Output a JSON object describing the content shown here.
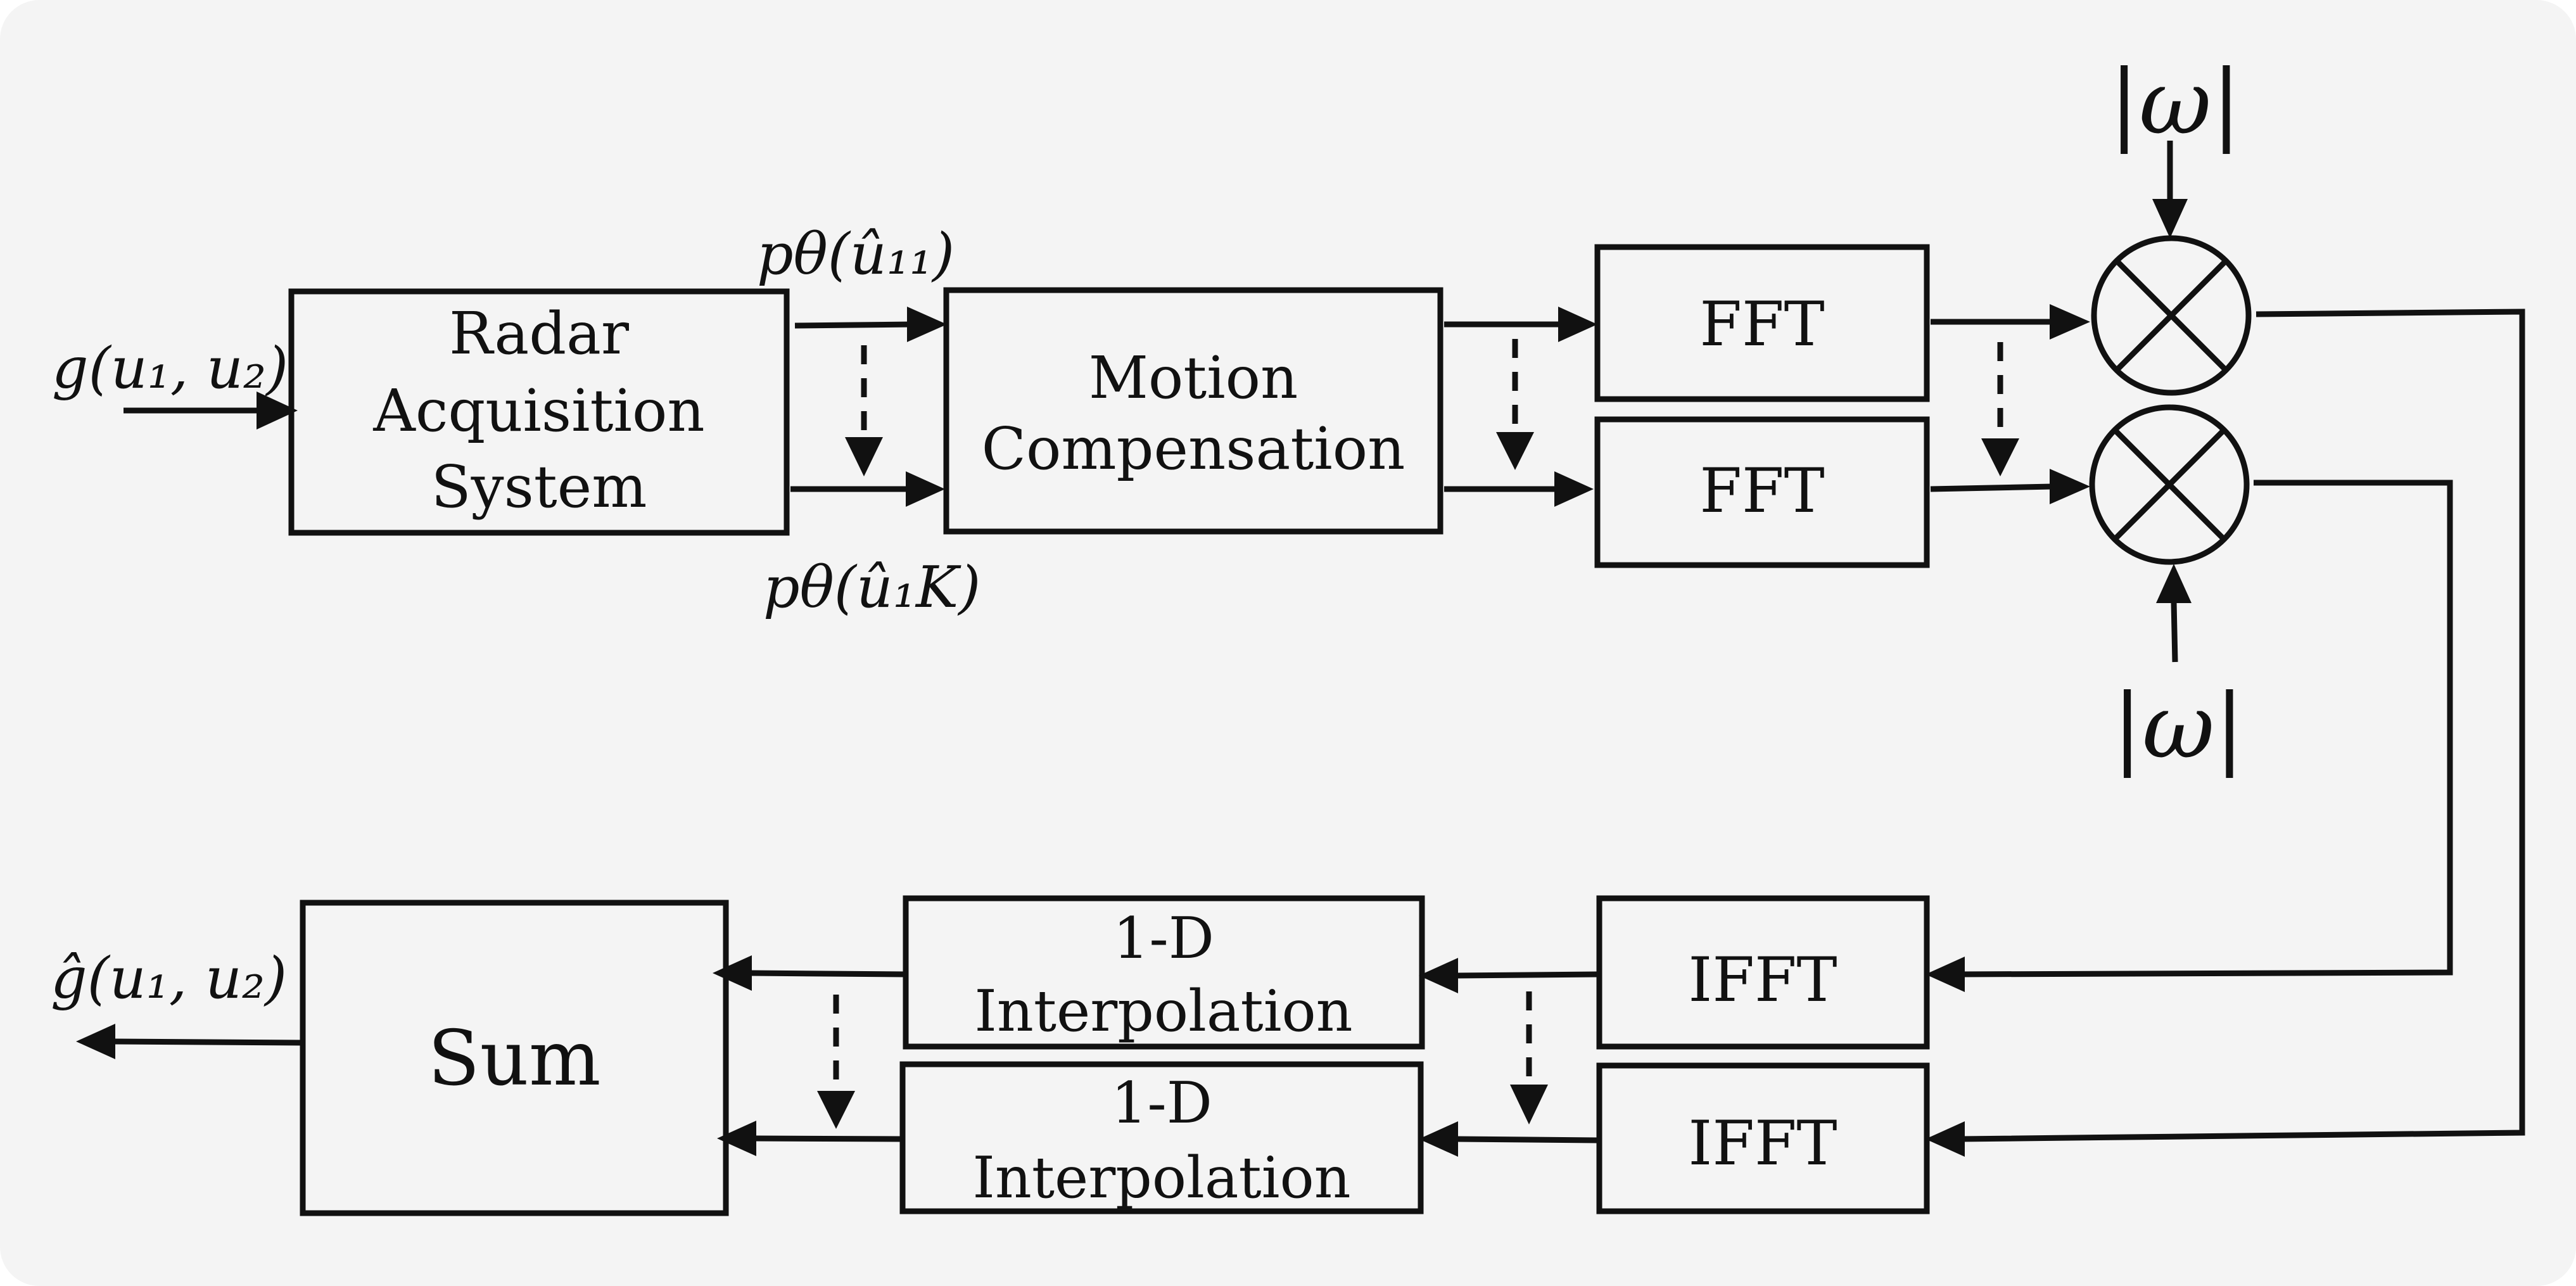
{
  "blocks": {
    "radar": {
      "line1": "Radar",
      "line2": "Acquisition",
      "line3": "System"
    },
    "motion": {
      "line1": "Motion",
      "line2": "Compensation"
    },
    "fft_top": "FFT",
    "fft_bottom": "FFT",
    "ifft_top": "IFFT",
    "ifft_bottom": "IFFT",
    "interp_top": {
      "line1": "1-D",
      "line2": "Interpolation"
    },
    "interp_bottom": {
      "line1": "1-D",
      "line2": "Interpolation"
    },
    "sum": "Sum"
  },
  "labels": {
    "input": "g(u₁, u₂)",
    "output": "ĝ(u₁, u₂)",
    "projection_first": "pθ(û₁₁)",
    "projection_last": "pθ(û₁K)",
    "filter_top": "|ω|",
    "filter_bottom": "|ω|"
  }
}
